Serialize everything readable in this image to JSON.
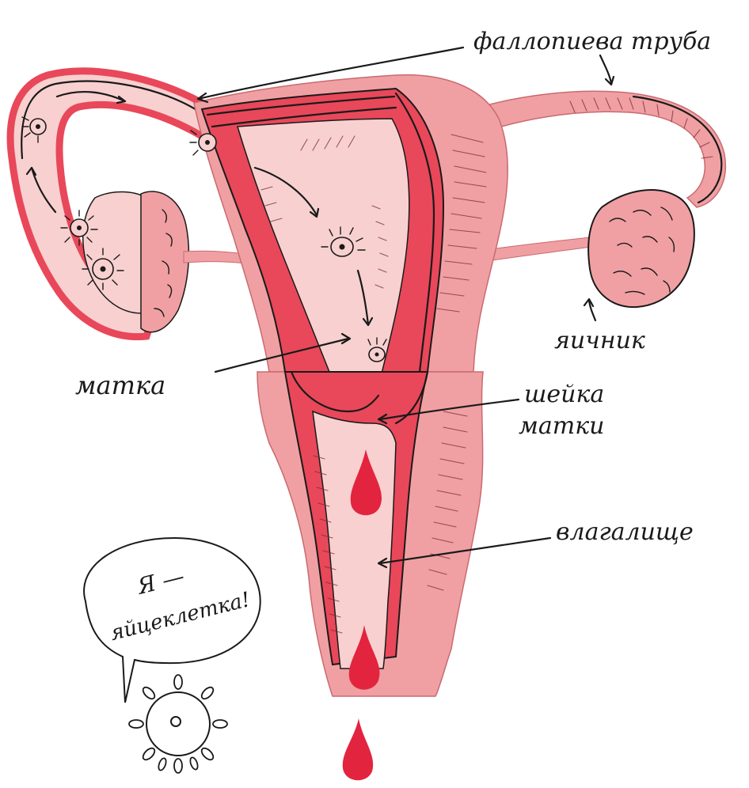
{
  "labels": {
    "fallopian_tube": "фаллопиева труба",
    "uterus": "матка",
    "ovary": "яичник",
    "cervix_line1": "шейка",
    "cervix_line2": "матки",
    "vagina": "влагалище"
  },
  "speech_bubble": {
    "line1": "Я —",
    "line2": "яйцеклетка!"
  },
  "colors": {
    "organ_pink": "#f0a0a3",
    "organ_light": "#f8d0d0",
    "muscle_red": "#e8485a",
    "blood_red": "#e3243f",
    "ink": "#1a1a1a"
  }
}
